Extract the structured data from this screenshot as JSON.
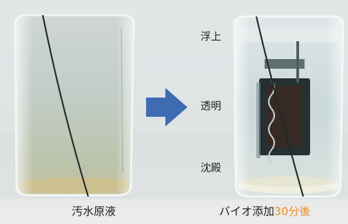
{
  "labels": {
    "left_caption": "汚水原液",
    "right_caption_main": "バイオ添加",
    "right_caption_accent": "30分後",
    "layer_top": "浮上",
    "layer_middle": "透明",
    "layer_bottom": "沈殿"
  },
  "colors": {
    "arrow": "#3f6bb3",
    "accent_text": "#f08d1e"
  },
  "icons": {
    "arrow": "right-arrow-icon"
  }
}
